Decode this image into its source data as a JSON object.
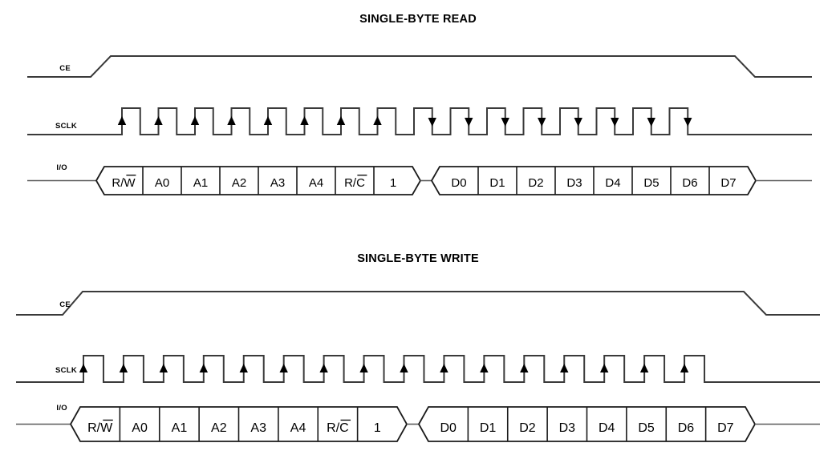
{
  "document": {
    "title": "Single-Byte Read / Single-Byte Write SPI Timing Diagrams",
    "background_color": "#ffffff",
    "line_color": "#3a3a3a",
    "box_color": "#1a1a1a",
    "text_color": "#000000"
  },
  "sections": [
    {
      "id": "single-byte-read",
      "title": "SINGLE-BYTE READ",
      "signals": [
        {
          "name": "CE",
          "label": "CE",
          "type": "enable",
          "polarity": "active-high-pulse"
        },
        {
          "name": "SCLK",
          "label": "SCLK",
          "type": "clock",
          "cycles": 16
        },
        {
          "name": "IO",
          "label": "I/O",
          "type": "bus"
        }
      ],
      "clock": {
        "cycles": 16,
        "edge_markers": [
          {
            "index": 1,
            "direction": "rising"
          },
          {
            "index": 2,
            "direction": "rising"
          },
          {
            "index": 3,
            "direction": "rising"
          },
          {
            "index": 4,
            "direction": "rising"
          },
          {
            "index": 5,
            "direction": "rising"
          },
          {
            "index": 6,
            "direction": "rising"
          },
          {
            "index": 7,
            "direction": "rising"
          },
          {
            "index": 8,
            "direction": "rising"
          },
          {
            "index": 9,
            "direction": "falling"
          },
          {
            "index": 10,
            "direction": "falling"
          },
          {
            "index": 11,
            "direction": "falling"
          },
          {
            "index": 12,
            "direction": "falling"
          },
          {
            "index": 13,
            "direction": "falling"
          },
          {
            "index": 14,
            "direction": "falling"
          },
          {
            "index": 15,
            "direction": "falling"
          },
          {
            "index": 16,
            "direction": "falling"
          }
        ]
      },
      "bus_groups": [
        {
          "id": "command-byte",
          "cells": [
            {
              "text": "R/W",
              "overline": "W"
            },
            {
              "text": "A0",
              "overline": ""
            },
            {
              "text": "A1",
              "overline": ""
            },
            {
              "text": "A2",
              "overline": ""
            },
            {
              "text": "A3",
              "overline": ""
            },
            {
              "text": "A4",
              "overline": ""
            },
            {
              "text": "R/C",
              "overline": "C"
            },
            {
              "text": "1",
              "overline": ""
            }
          ]
        },
        {
          "id": "data-byte",
          "cells": [
            {
              "text": "D0",
              "overline": ""
            },
            {
              "text": "D1",
              "overline": ""
            },
            {
              "text": "D2",
              "overline": ""
            },
            {
              "text": "D3",
              "overline": ""
            },
            {
              "text": "D4",
              "overline": ""
            },
            {
              "text": "D5",
              "overline": ""
            },
            {
              "text": "D6",
              "overline": ""
            },
            {
              "text": "D7",
              "overline": ""
            }
          ]
        }
      ]
    },
    {
      "id": "single-byte-write",
      "title": "SINGLE-BYTE WRITE",
      "signals": [
        {
          "name": "CE",
          "label": "CE",
          "type": "enable",
          "polarity": "active-high-pulse"
        },
        {
          "name": "SCLK",
          "label": "SCLK",
          "type": "clock",
          "cycles": 16
        },
        {
          "name": "IO",
          "label": "I/O",
          "type": "bus"
        }
      ],
      "clock": {
        "cycles": 16,
        "edge_markers": [
          {
            "index": 1,
            "direction": "rising"
          },
          {
            "index": 2,
            "direction": "rising"
          },
          {
            "index": 3,
            "direction": "rising"
          },
          {
            "index": 4,
            "direction": "rising"
          },
          {
            "index": 5,
            "direction": "rising"
          },
          {
            "index": 6,
            "direction": "rising"
          },
          {
            "index": 7,
            "direction": "rising"
          },
          {
            "index": 8,
            "direction": "rising"
          },
          {
            "index": 9,
            "direction": "rising"
          },
          {
            "index": 10,
            "direction": "rising"
          },
          {
            "index": 11,
            "direction": "rising"
          },
          {
            "index": 12,
            "direction": "rising"
          },
          {
            "index": 13,
            "direction": "rising"
          },
          {
            "index": 14,
            "direction": "rising"
          },
          {
            "index": 15,
            "direction": "rising"
          },
          {
            "index": 16,
            "direction": "rising"
          }
        ]
      },
      "bus_groups": [
        {
          "id": "command-byte",
          "cells": [
            {
              "text": "R/W",
              "overline": "W"
            },
            {
              "text": "A0",
              "overline": ""
            },
            {
              "text": "A1",
              "overline": ""
            },
            {
              "text": "A2",
              "overline": ""
            },
            {
              "text": "A3",
              "overline": ""
            },
            {
              "text": "A4",
              "overline": ""
            },
            {
              "text": "R/C",
              "overline": "C"
            },
            {
              "text": "1",
              "overline": ""
            }
          ]
        },
        {
          "id": "data-byte",
          "cells": [
            {
              "text": "D0",
              "overline": ""
            },
            {
              "text": "D1",
              "overline": ""
            },
            {
              "text": "D2",
              "overline": ""
            },
            {
              "text": "D3",
              "overline": ""
            },
            {
              "text": "D4",
              "overline": ""
            },
            {
              "text": "D5",
              "overline": ""
            },
            {
              "text": "D6",
              "overline": ""
            },
            {
              "text": "D7",
              "overline": ""
            }
          ]
        }
      ]
    }
  ]
}
